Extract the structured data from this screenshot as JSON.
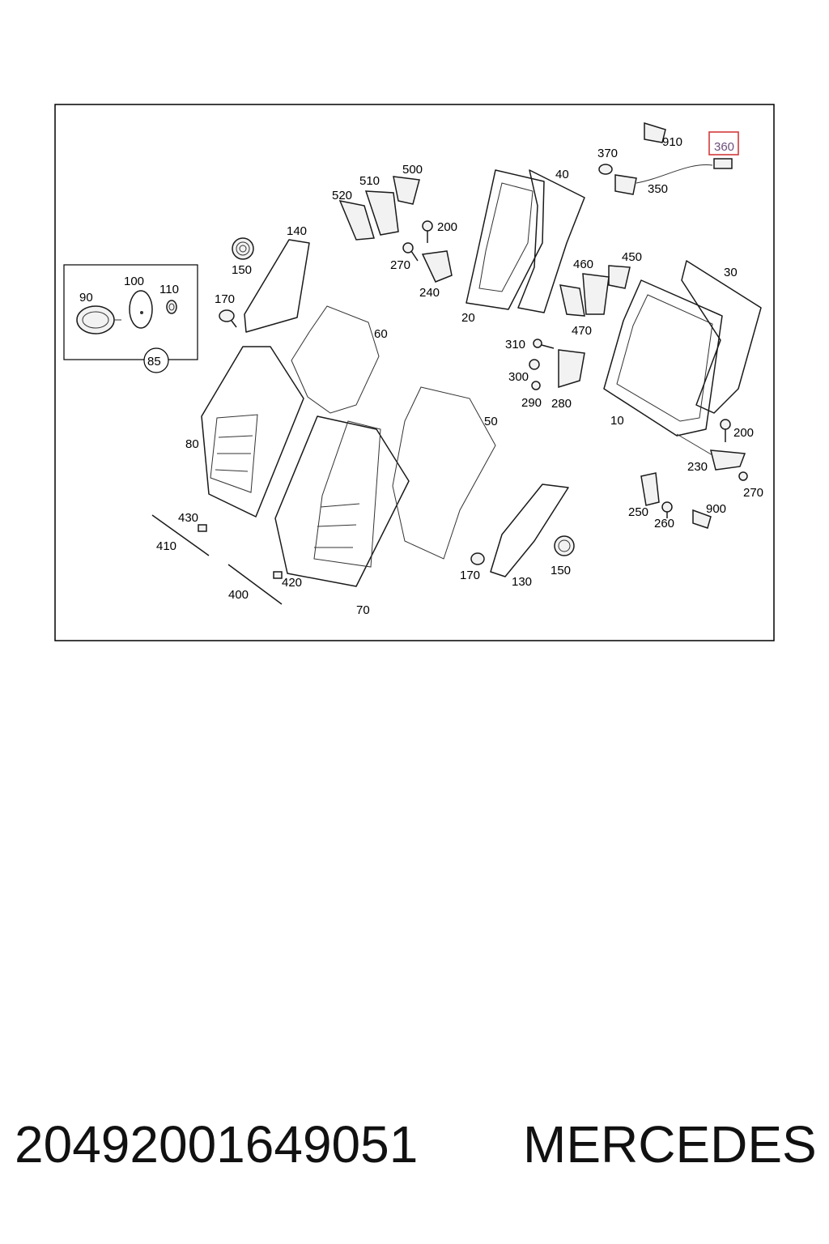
{
  "diagram": {
    "part_labels": [
      "910",
      "360",
      "370",
      "350",
      "40",
      "500",
      "510",
      "520",
      "200",
      "270",
      "240",
      "20",
      "140",
      "150",
      "100",
      "110",
      "90",
      "85",
      "170",
      "60",
      "450",
      "460",
      "470",
      "30",
      "310",
      "300",
      "290",
      "280",
      "10",
      "200",
      "230",
      "270",
      "250",
      "260",
      "900",
      "80",
      "50",
      "430",
      "410",
      "420",
      "400",
      "70",
      "170",
      "130",
      "150"
    ],
    "highlighted_label": "360",
    "highlight_color": "#d23a3a"
  },
  "footer": {
    "part_number": "20492001649051",
    "brand": "MERCEDES"
  }
}
